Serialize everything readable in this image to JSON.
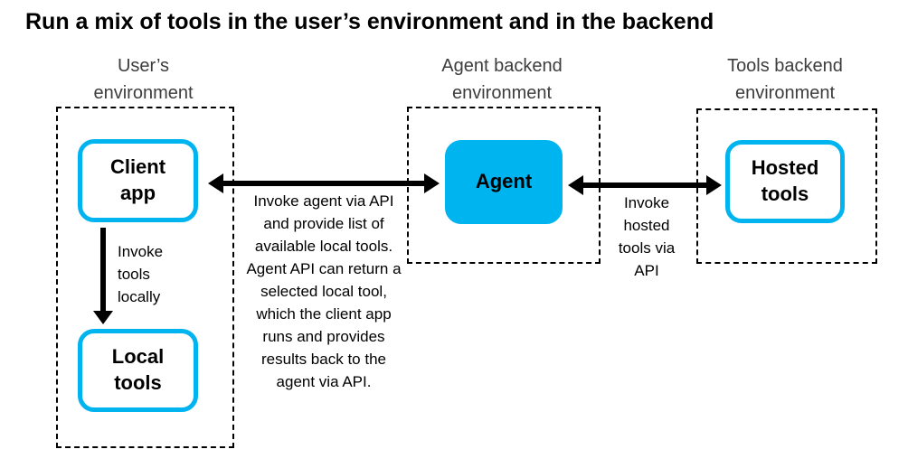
{
  "title": "Run a mix of tools in the user’s environment and in the backend",
  "colors": {
    "accent": "#00b4f0",
    "arrow": "#000000",
    "env_label": "#3d3d3d"
  },
  "regions": {
    "user_env": {
      "label": "User’s\nenvironment",
      "nodes": {
        "client_app": "Client\napp",
        "local_tools": "Local\ntools"
      },
      "arrow_label": "Invoke tools locally"
    },
    "agent_env": {
      "label": "Agent backend\nenvironment",
      "nodes": {
        "agent": "Agent"
      }
    },
    "tools_env": {
      "label": "Tools backend\nenvironment",
      "nodes": {
        "hosted_tools": "Hosted\ntools"
      }
    }
  },
  "connections": {
    "client_agent": "Invoke agent via API and provide list of available local tools. Agent API can return a selected local tool, which the client app runs and provides results back to the agent via API.",
    "agent_hosted": "Invoke hosted tools via API"
  }
}
